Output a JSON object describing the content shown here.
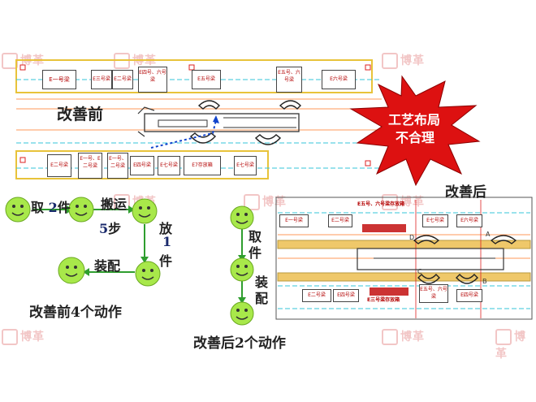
{
  "before": {
    "title": "改善前",
    "boxes_top": [
      "E一号梁",
      "E三号梁",
      "E二号梁",
      "E四号、六号梁",
      "E五号梁",
      "E五号、六号梁",
      "E六号梁"
    ],
    "boxes_bottom": [
      "E二号梁",
      "E一号、E二号梁",
      "E一号、二号梁",
      "E四号梁",
      "E七号梁",
      "E7存放箱",
      "E七号梁"
    ],
    "burst_line1": "工艺布局",
    "burst_line2": "不合理"
  },
  "after": {
    "title": "改善后",
    "boxes_top": [
      "E一号梁",
      "E二号梁",
      "E七号梁",
      "E六号梁"
    ],
    "red_labels": [
      "E五号、六号梁存放箱",
      "E三号梁存放箱"
    ],
    "boxes_bottom": [
      "E二号梁",
      "E四号梁",
      "E五号、六号梁",
      "E四号梁"
    ],
    "letters": [
      "A",
      "B",
      "C",
      "D"
    ]
  },
  "flow_before": {
    "step1": "取",
    "step1_num": "2",
    "step1_unit": "件",
    "step2": "搬运",
    "step2_num": "5",
    "step2_unit": "步",
    "step3a": "放",
    "step3_num": "1",
    "step3b": "件",
    "step4": "装配",
    "caption": "改善前4个动作"
  },
  "flow_after": {
    "step1a": "取",
    "step1b": "件",
    "step2a": "装",
    "step2b": "配",
    "caption": "改善后2个动作"
  },
  "watermark": "博革",
  "colors": {
    "box_border": "#e8c33a",
    "smile": "#a8e84a",
    "arrow": "#2f9e2f",
    "burst": "#dd1111",
    "red_text": "#b30000"
  }
}
